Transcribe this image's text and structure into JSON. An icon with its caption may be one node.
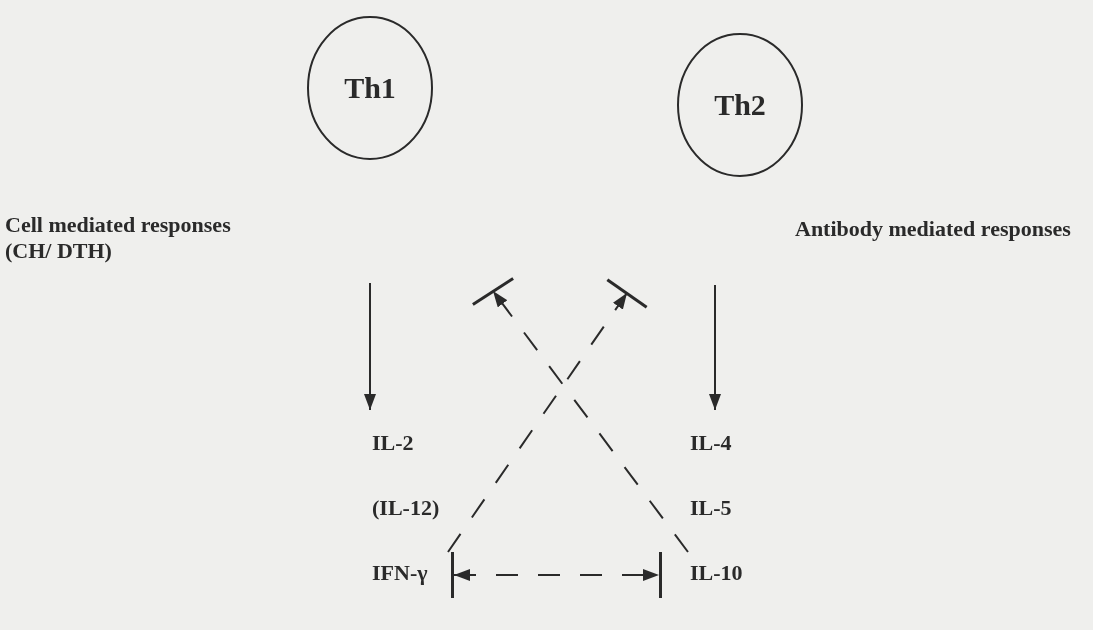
{
  "diagram": {
    "nodes": [
      {
        "text": [
          "Th1"
        ]
      },
      {
        "text": [
          "Th2"
        ]
      },
      {
        "text": [
          "Cell mediated responses (CH/ DTH)"
        ]
      },
      {
        "text": [
          "Antibody mediated responses"
        ]
      },
      {
        "text": [],
        "shape": "bar"
      },
      {
        "text": [],
        "shape": "bar"
      },
      {
        "text": [
          "IL-2",
          "(IL-12)",
          "IFN-γ"
        ]
      },
      {
        "text": [
          "IL-4",
          "IL-5",
          "IL-10"
        ]
      },
      {
        "text": [],
        "shape": "bar"
      },
      {
        "text": [],
        "shape": "bar"
      }
    ],
    "edges": [
      {
        "from": null,
        "to": 6,
        "arrow": "to"
      },
      {
        "from": null,
        "to": 7,
        "arrow": "to"
      },
      {
        "from": 6,
        "to": 5,
        "arrow": "to",
        "style": "dashed"
      },
      {
        "from": 7,
        "to": 4,
        "arrow": "to",
        "style": "dashed"
      },
      {
        "from": 8,
        "to": 9,
        "arrow": "both",
        "style": "dashed"
      }
    ]
  }
}
